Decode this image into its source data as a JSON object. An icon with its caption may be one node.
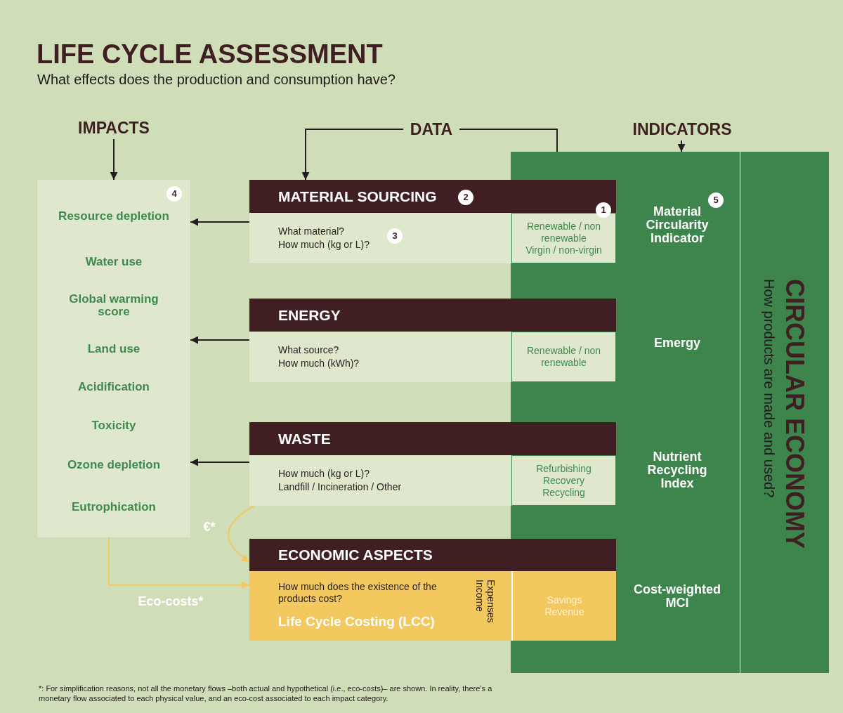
{
  "diagram": {
    "title": "LIFE CYCLE ASSESSMENT",
    "caption": "*: For simplification reasons, not all the monetary flows –both actual and hypothetical (i.e., eco-costs)– are shown. In reality, there’s a monetary flow associated to each physical value, and an eco-cost associated to each impact category.",
    "nodes": [
      {
        "text": [
          "IMPACTS"
        ]
      },
      {
        "text": [
          "DATA"
        ]
      },
      {
        "text": [
          "INDICATORS"
        ]
      },
      {
        "text": [
          "Resource depletion",
          "Water use",
          "Global warming score",
          "Land use",
          "Acidification",
          "Toxicity",
          "Ozone depletion",
          "Eutrophication"
        ]
      },
      {
        "text": [
          "4"
        ],
        "in": 3
      },
      {
        "text": [
          "Material Circularity Indicator",
          "Emergy",
          "Nutrient Recycling Index",
          "Cost-weighted MCI"
        ]
      },
      {
        "text": [
          "5"
        ],
        "in": 5
      },
      {
        "text": [
          "CIRCULAR ECONOMY",
          "How products are made and used?"
        ],
        "in": 5
      },
      {
        "text": [
          "MATERIAL SOURCING",
          "What material?",
          "How much (kg or L)?"
        ]
      },
      {
        "text": [
          "2"
        ],
        "in": 8
      },
      {
        "text": [
          "3"
        ],
        "in": 8
      },
      {
        "text": [
          "Renewable / non renewable",
          "Virgin / non-virgin"
        ]
      },
      {
        "text": [
          "1"
        ]
      },
      {
        "text": [
          "ENERGY",
          "What source?",
          "How much (kWh)?"
        ]
      },
      {
        "text": [
          "Renewable / non renewable"
        ]
      },
      {
        "text": [
          "WASTE",
          "How much (kg or L)?",
          "Landfill / Incineration / Other"
        ]
      },
      {
        "text": [
          "Refurbishing",
          "Recovery",
          "Recycling"
        ]
      },
      {
        "text": [
          "ECONOMIC ASPECTS",
          "How much does the existence of the products cost?",
          "Life Cycle Costing (LCC)",
          "Expenses",
          "Income"
        ]
      },
      {
        "text": [
          "Savings",
          "Revenue"
        ]
      }
    ],
    "edges": [
      {
        "from": 0,
        "to": 3,
        "arrow": "to"
      },
      {
        "from": 1,
        "to": 8,
        "arrow": "to"
      },
      {
        "from": 1,
        "to": 8,
        "arrow": "to"
      },
      {
        "from": 2,
        "to": 5,
        "arrow": "to"
      },
      {
        "from": 8,
        "to": 3,
        "arrow": "to"
      },
      {
        "from": 13,
        "to": 3,
        "arrow": "to"
      },
      {
        "from": 15,
        "to": 3,
        "arrow": "to"
      },
      {
        "from": 15,
        "to": 17,
        "arrow": "to",
        "label": "€*",
        "color": "#f2c85f"
      },
      {
        "from": 3,
        "to": 17,
        "arrow": "to",
        "label": "Eco-costs*",
        "color": "#f2c85f"
      }
    ],
    "labels": [
      "What effects does the production and consumption have?"
    ]
  }
}
